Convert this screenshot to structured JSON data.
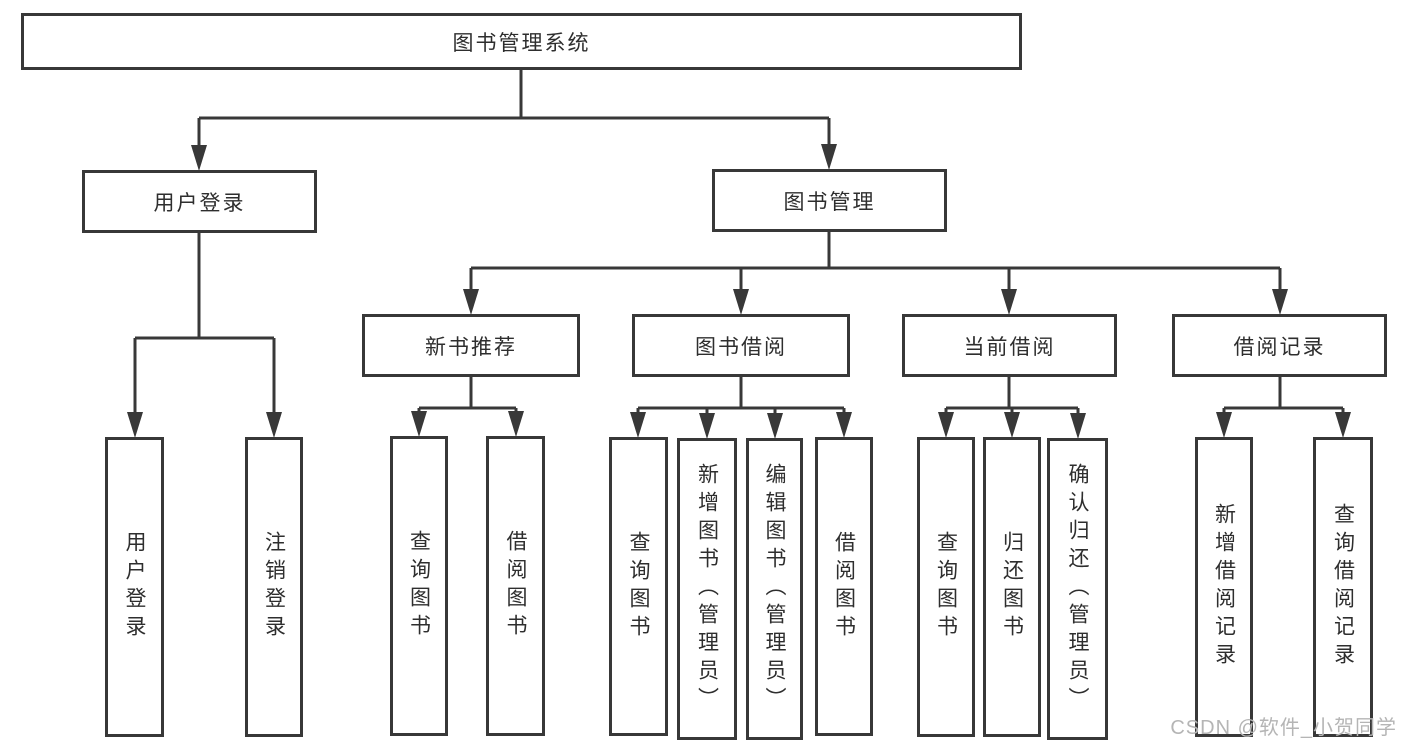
{
  "diagram": {
    "type": "hierarchy-tree",
    "colors": {
      "line": "#383838",
      "box_border": "#383838",
      "box_fill": "#ffffff",
      "text": "#2e2e2e",
      "watermark_text": "#b5b5b5",
      "background": "#ffffff"
    },
    "nodes": {
      "root": "图书管理系统",
      "login": "用户登录",
      "mgmt": "图书管理",
      "rec": "新书推荐",
      "borrow": "图书借阅",
      "current": "当前借阅",
      "record": "借阅记录",
      "leaf_login": "用户登录",
      "leaf_logout": "注销登录",
      "rec_query": "查询图书",
      "rec_borrow": "借阅图书",
      "bor_query": "查询图书",
      "bor_add": "新增图书（管理员）",
      "bor_edit": "编辑图书（管理员）",
      "bor_borrow": "借阅图书",
      "cur_query": "查询图书",
      "cur_return": "归还图书",
      "cur_confirm": "确认归还（管理员）",
      "rcd_add": "新增借阅记录",
      "rcd_query": "查询借阅记录"
    },
    "edges": [
      {
        "from": "root",
        "to": [
          "login",
          "mgmt"
        ]
      },
      {
        "from": "login",
        "to": [
          "leaf_login",
          "leaf_logout"
        ]
      },
      {
        "from": "mgmt",
        "to": [
          "rec",
          "borrow",
          "current",
          "record"
        ]
      },
      {
        "from": "rec",
        "to": [
          "rec_query",
          "rec_borrow"
        ]
      },
      {
        "from": "borrow",
        "to": [
          "bor_query",
          "bor_add",
          "bor_edit",
          "bor_borrow"
        ]
      },
      {
        "from": "current",
        "to": [
          "cur_query",
          "cur_return",
          "cur_confirm"
        ]
      },
      {
        "from": "record",
        "to": [
          "rcd_add",
          "rcd_query"
        ]
      }
    ],
    "watermark": "CSDN @软件_小贺同学"
  }
}
